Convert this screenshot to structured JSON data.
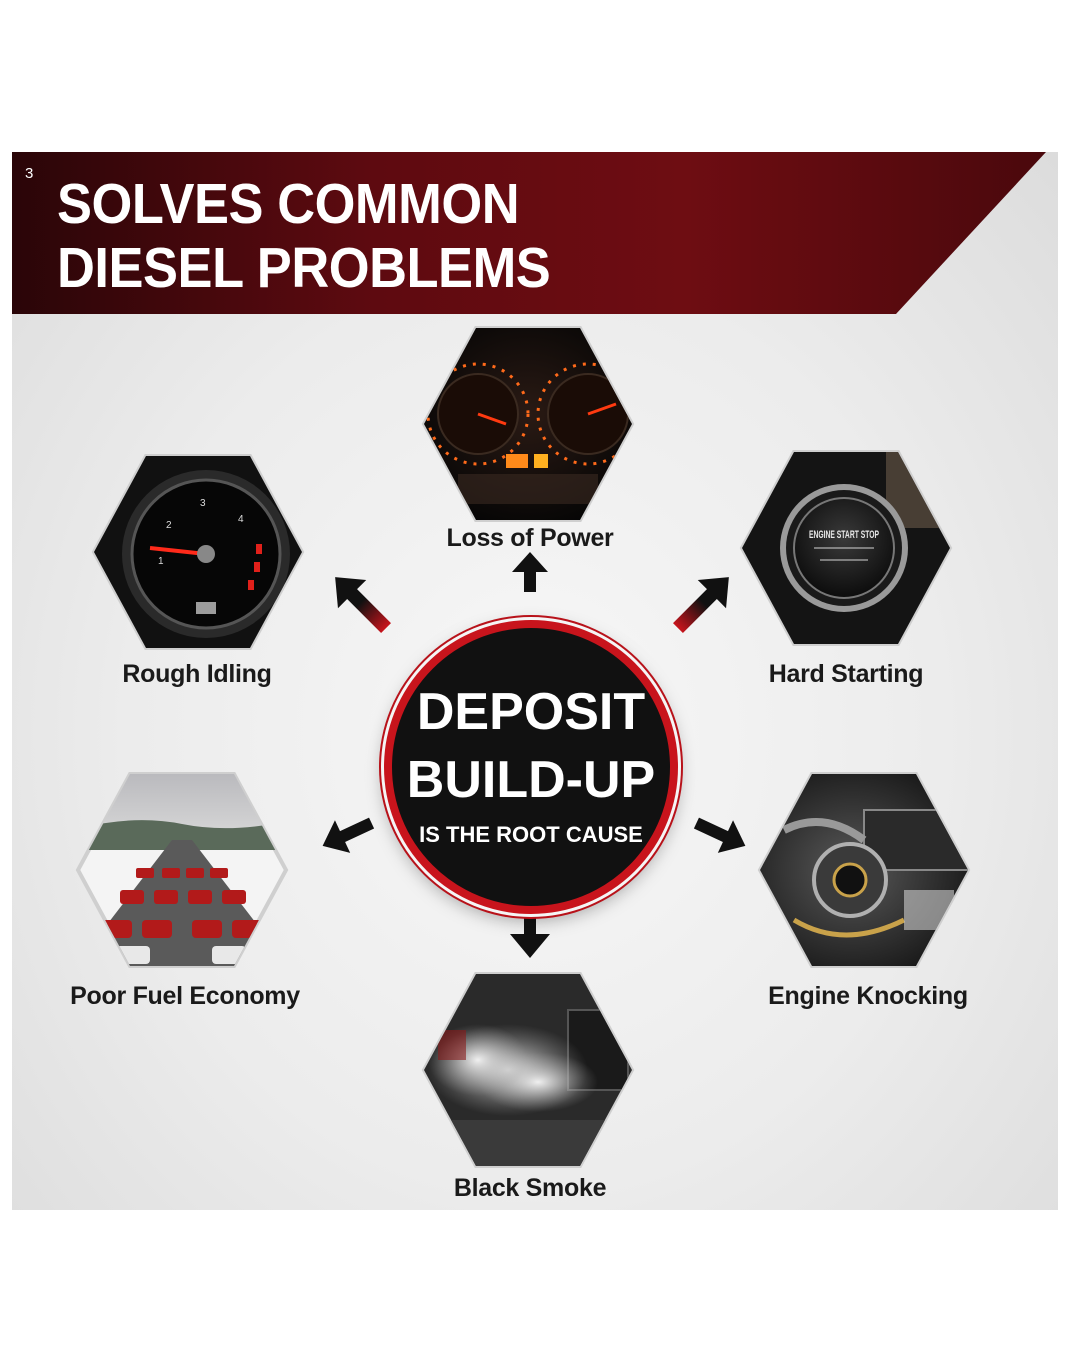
{
  "slide_number": "3",
  "header": {
    "title_line1": "SOLVES COMMON",
    "title_line2": "DIESEL PROBLEMS"
  },
  "center": {
    "line1": "DEPOSIT",
    "line2": "BUILD-UP",
    "line3": "IS THE ROOT CAUSE"
  },
  "problems": [
    {
      "label": "Loss of Power",
      "icon": "dashboard-gauges-icon"
    },
    {
      "label": "Rough Idling",
      "icon": "tachometer-icon"
    },
    {
      "label": "Hard Starting",
      "icon": "start-stop-button-icon"
    },
    {
      "label": "Poor Fuel Economy",
      "icon": "traffic-jam-icon"
    },
    {
      "label": "Engine Knocking",
      "icon": "engine-icon"
    },
    {
      "label": "Black Smoke",
      "icon": "exhaust-smoke-icon"
    }
  ],
  "start_button_text": "ENGINE START STOP",
  "colors": {
    "brand_red": "#c8141c",
    "banner_dark": "#2a0508",
    "banner_mid": "#6e0d12"
  }
}
